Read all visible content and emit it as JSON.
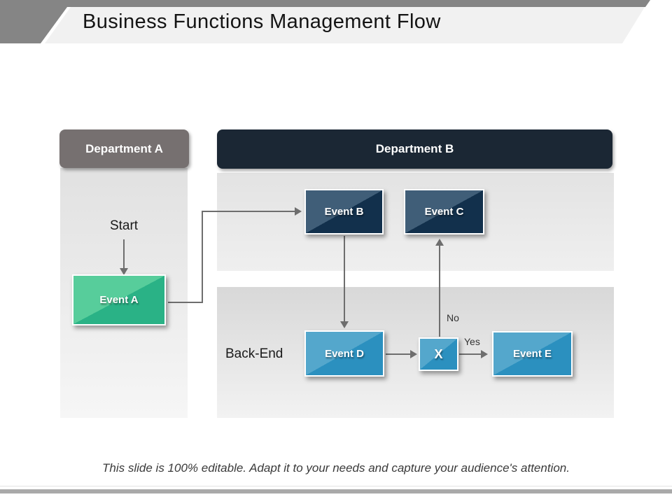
{
  "slide": {
    "title": "Business Functions Management Flow",
    "footer_note": "This slide is 100% editable. Adapt it to your needs and capture your audience's attention."
  },
  "lanes": {
    "dept_a": {
      "label": "Department A",
      "header_color": "#767070"
    },
    "dept_b": {
      "label": "Department B",
      "header_color": "#1b2734"
    }
  },
  "nodes": {
    "start_label": "Start",
    "back_end_label": "Back-End",
    "event_a": "Event A",
    "event_b": "Event B",
    "event_c": "Event C",
    "event_d": "Event D",
    "decision": "X",
    "event_e": "Event E"
  },
  "edges": {
    "yes_label": "Yes",
    "no_label": "No",
    "flow": [
      "Start -> Event A",
      "Event A -> Event B",
      "Event B -> Event D",
      "Event D -> X",
      "X -> Yes -> Event E",
      "X -> No -> Event C"
    ]
  },
  "palette": {
    "banner_gray": "#858585",
    "title_bar": "#f1f1f1",
    "green_light": "#57cd9b",
    "green_dark": "#2ab286",
    "navy_light": "#405e78",
    "navy_dark": "#12304c",
    "blue_light": "#54a7cc",
    "blue_dark": "#2b90bf",
    "connector_gray": "#6e6e6e",
    "footer_bar": "#a9a9a9"
  }
}
